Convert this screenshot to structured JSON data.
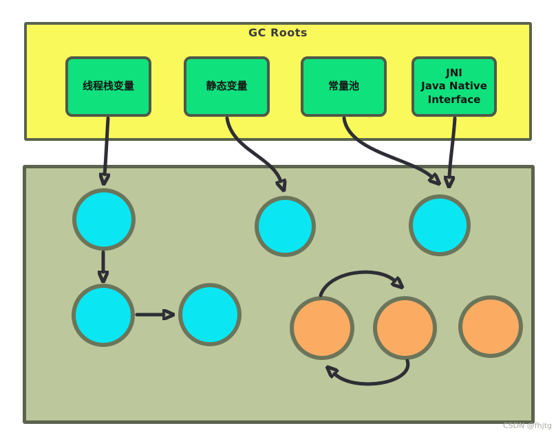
{
  "page": {
    "watermark": "CSDN @fhjtg"
  },
  "gc_roots": {
    "title": "GC Roots",
    "roots": [
      {
        "id": "thread-stack-vars",
        "label": "线程栈变量"
      },
      {
        "id": "static-vars",
        "label": "静态变量"
      },
      {
        "id": "constant-pool",
        "label": "常量池"
      },
      {
        "id": "jni",
        "label": "JNI\nJava Native\nInterface"
      }
    ]
  },
  "heap": {
    "cyan_node_count": 5,
    "orange_node_count": 3,
    "edges": [
      {
        "from": "thread-stack-vars",
        "to": "cyan-node-1"
      },
      {
        "from": "static-vars",
        "to": "cyan-node-2"
      },
      {
        "from": "constant-pool",
        "to": "cyan-node-3"
      },
      {
        "from": "jni",
        "to": "cyan-node-3"
      },
      {
        "from": "cyan-node-1",
        "to": "cyan-node-4"
      },
      {
        "from": "cyan-node-4",
        "to": "cyan-node-5"
      },
      {
        "from": "orange-node-1",
        "to": "orange-node-2"
      },
      {
        "from": "orange-node-2",
        "to": "orange-node-1"
      }
    ]
  },
  "colors": {
    "gc_roots_fill": "#F9F95C",
    "root_box_fill": "#0FE17D",
    "heap_fill": "#BCC79B",
    "cyan_node_fill": "#0AE6F2",
    "orange_node_fill": "#FBAC62",
    "shape_border": "#59634D",
    "node_border": "#6B755A",
    "arrow": "#2E2E36"
  }
}
